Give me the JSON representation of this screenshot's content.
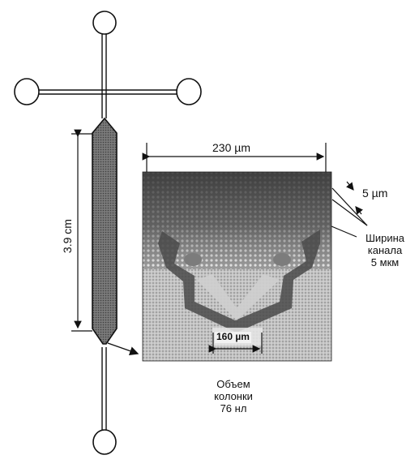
{
  "labels": {
    "width_top": "230 µm",
    "gap": "5 µm",
    "length_vertical": "3.9 cm",
    "inner_width": "160 µm",
    "channel_width": {
      "line1": "Ширина",
      "line2": "канала",
      "line3": "5 мкм"
    },
    "column_volume": {
      "line1": "Объем",
      "line2": "колонки",
      "line3": "76 нл"
    }
  },
  "colors": {
    "ink": "#111111",
    "column_fill": "#6e6e6e",
    "micrograph_dark": "#3a3a3a",
    "micrograph_light": "#b9b9b9"
  }
}
